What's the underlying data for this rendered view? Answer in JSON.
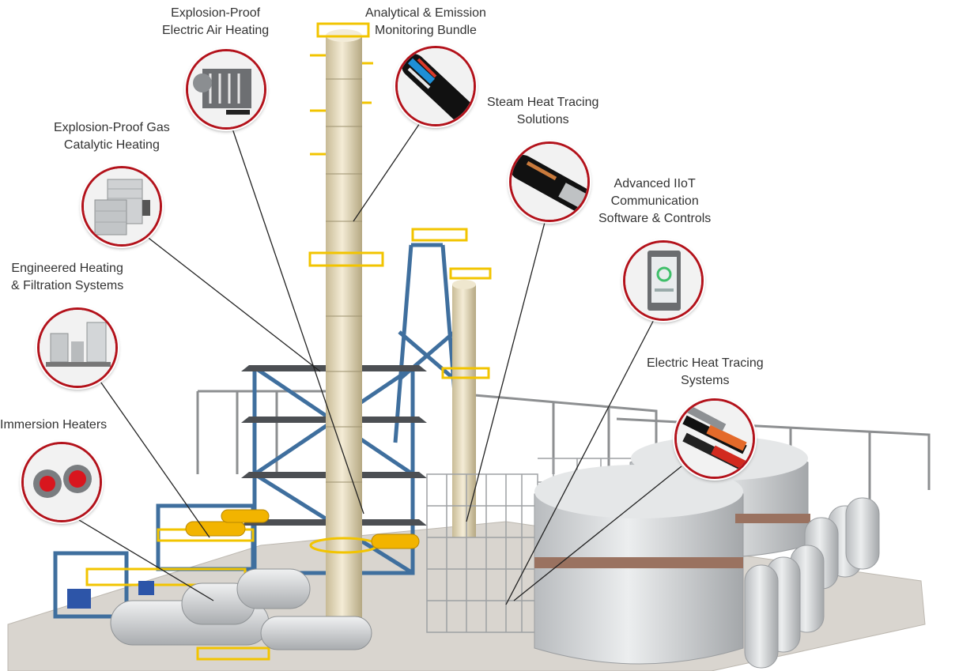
{
  "callouts": [
    {
      "id": "explosion-proof-air",
      "lines": [
        "Explosion-Proof",
        "Electric Air Heating"
      ],
      "icon": "air-heater-icon"
    },
    {
      "id": "analytical-emission",
      "lines": [
        "Analytical & Emission",
        "Monitoring Bundle"
      ],
      "icon": "cable-bundle-icon"
    },
    {
      "id": "steam-heat-tracing",
      "lines": [
        "Steam Heat Tracing",
        "Solutions"
      ],
      "icon": "steam-tube-icon"
    },
    {
      "id": "explosion-proof-gas",
      "lines": [
        "Explosion-Proof Gas",
        "Catalytic Heating"
      ],
      "icon": "catalytic-heater-icon"
    },
    {
      "id": "iiot-controls",
      "lines": [
        "Advanced IIoT",
        "Communication",
        "Software & Controls"
      ],
      "icon": "control-panel-icon"
    },
    {
      "id": "engineered-filtration",
      "lines": [
        "Engineered Heating",
        "& Filtration Systems"
      ],
      "icon": "skid-system-icon"
    },
    {
      "id": "electric-heat-tracing",
      "lines": [
        "Electric Heat Tracing",
        "Systems"
      ],
      "icon": "heating-cable-icon"
    },
    {
      "id": "immersion-heaters",
      "lines": [
        "Immersion Heaters"
      ],
      "icon": "immersion-heater-icon"
    }
  ],
  "colors": {
    "badge_border": "#b3121b",
    "structure_blue": "#3f6f9e",
    "railing_yellow": "#f2c400",
    "column_cream": "#ede4c9",
    "tank_gray": "#d6d8da",
    "leader_line": "#222222"
  }
}
